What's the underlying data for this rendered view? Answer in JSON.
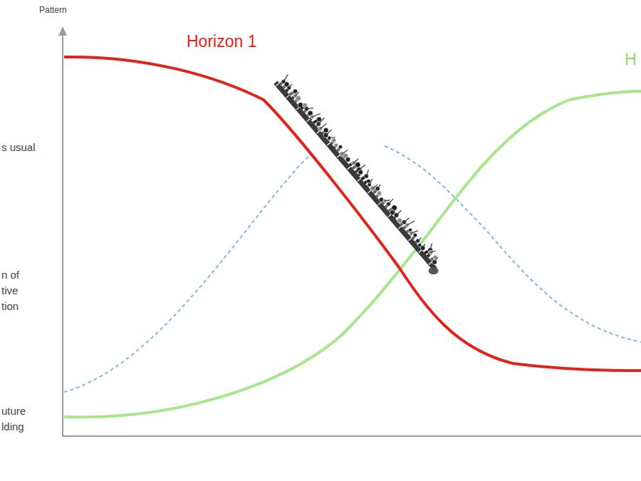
{
  "diagram": {
    "labels": [
      "Pattern",
      "Horizon 1",
      "H",
      "s usual",
      "n of tive tion",
      "uture lding"
    ]
  }
}
